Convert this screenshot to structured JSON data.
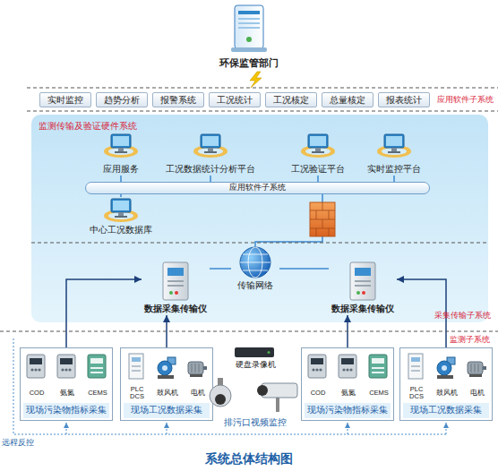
{
  "diagram": {
    "caption": "系统总体结构图",
    "nodes": [
      {
        "text": [
          "环保监管部门"
        ]
      },
      {
        "text": [
          "实时监控"
        ]
      },
      {
        "text": [
          "趋势分析"
        ]
      },
      {
        "text": [
          "报警系统"
        ]
      },
      {
        "text": [
          "工况统计"
        ]
      },
      {
        "text": [
          "工况核定"
        ]
      },
      {
        "text": [
          "总量核定"
        ]
      },
      {
        "text": [
          "报表统计"
        ]
      },
      {
        "text": [
          "监测传输及验证硬件系统"
        ]
      },
      {
        "text": [
          "应用服务"
        ],
        "in": 8
      },
      {
        "text": [
          "工况数据统计分析平台"
        ],
        "in": 8
      },
      {
        "text": [
          "工况验证平台"
        ],
        "in": 8
      },
      {
        "text": [
          "实时监控平台"
        ],
        "in": 8
      },
      {
        "text": [
          "应用软件子系统"
        ],
        "in": 8
      },
      {
        "text": [
          "中心工况数据库"
        ],
        "in": 8
      },
      {
        "text": [
          "传输网络"
        ],
        "in": 8
      },
      {
        "text": [
          "数据采集传输仪"
        ],
        "in": 8
      },
      {
        "text": [
          "数据采集传输仪"
        ],
        "in": 8
      },
      {
        "text": [
          "COD",
          "氨氮",
          "CEMS",
          "现场污染物指标采集"
        ]
      },
      {
        "text": [
          "PLC DCS",
          "鼓风机",
          "电机",
          "现场工况数据采集"
        ]
      },
      {
        "text": [
          "COD",
          "氨氮",
          "CEMS",
          "现场污染物指标采集"
        ]
      },
      {
        "text": [
          "PLC DCS",
          "鼓风机",
          "电机",
          "现场工况数据采集"
        ]
      }
    ],
    "edges": [
      {
        "from": 9,
        "to": 13,
        "arrow": "none"
      },
      {
        "from": 10,
        "to": 13,
        "arrow": "none"
      },
      {
        "from": 11,
        "to": 13,
        "arrow": "none"
      },
      {
        "from": 12,
        "to": 13,
        "arrow": "none"
      },
      {
        "from": 13,
        "to": 14,
        "arrow": "none"
      },
      {
        "from": 13,
        "to": 15,
        "arrow": "none"
      },
      {
        "from": 15,
        "to": 16,
        "arrow": "none"
      },
      {
        "from": 15,
        "to": 17,
        "arrow": "none"
      },
      {
        "from": 18,
        "to": 16,
        "arrow": "to"
      },
      {
        "from": 19,
        "to": 16,
        "arrow": "to"
      },
      {
        "from": 20,
        "to": 17,
        "arrow": "to"
      },
      {
        "from": 21,
        "to": 17,
        "arrow": "to"
      }
    ],
    "labels": [
      "应用软件子系统",
      "采集传输子系统",
      "监测子系统",
      "硬盘录像机",
      "排污口视频监控",
      "远程反控"
    ]
  }
}
